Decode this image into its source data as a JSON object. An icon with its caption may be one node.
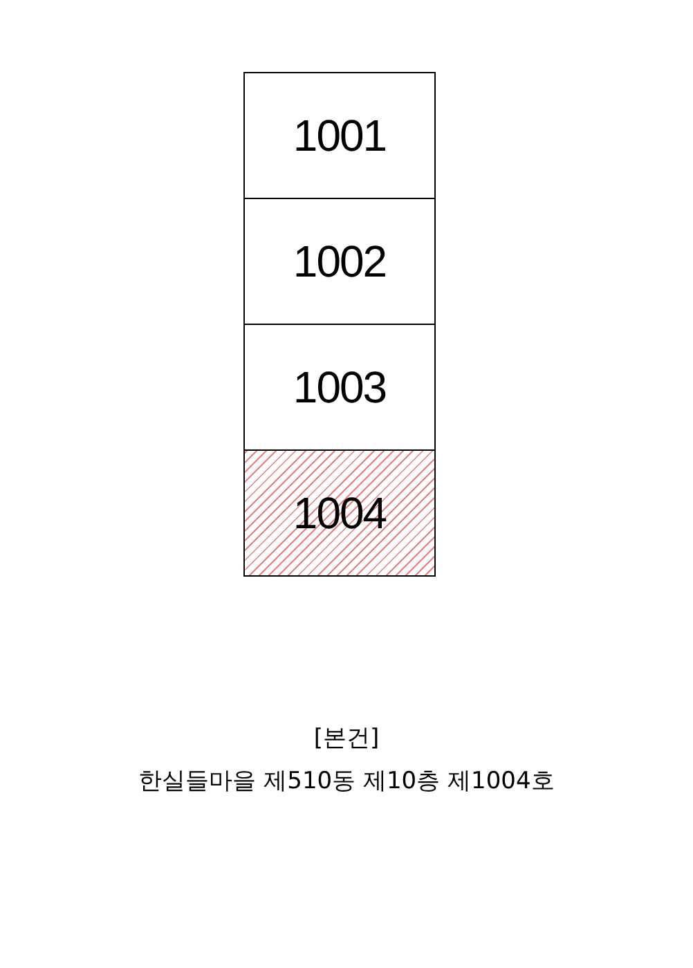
{
  "diagram": {
    "nodes": [
      {
        "text": [
          "1001"
        ]
      },
      {
        "text": [
          "1002"
        ]
      },
      {
        "text": [
          "1003"
        ]
      },
      {
        "text": [
          "1004"
        ]
      }
    ],
    "labels": [
      "[본건]",
      "한실들마을 제510동 제10층 제1004호"
    ]
  }
}
